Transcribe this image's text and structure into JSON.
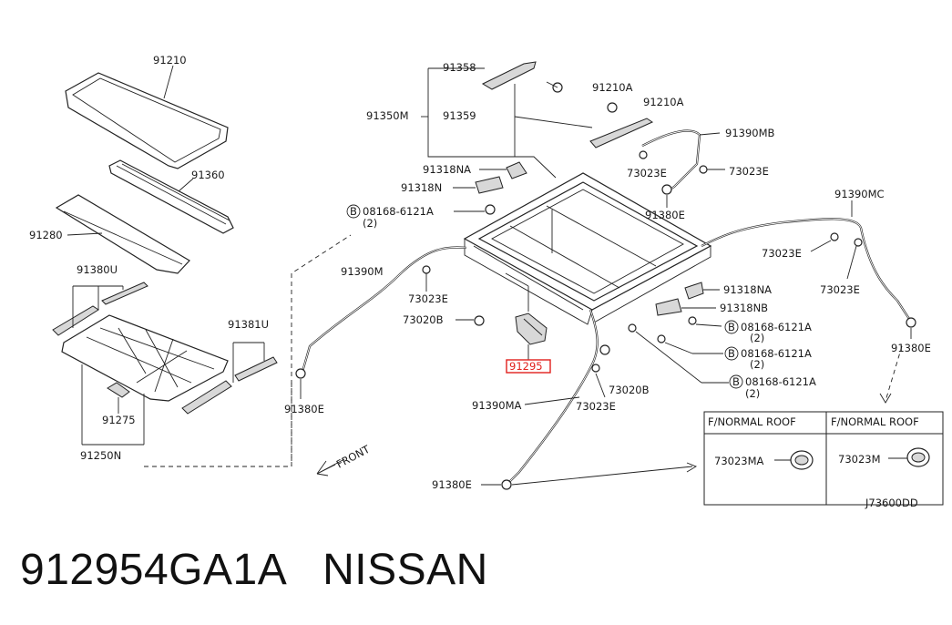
{
  "part_number": "912954GA1A",
  "brand": "NISSAN",
  "diagram_code": "J73600DD",
  "front_label": "FRONT",
  "highlighted_part": "91295",
  "labels": {
    "p91210": "91210",
    "p91360": "91360",
    "p91280": "91280",
    "p91380u": "91380U",
    "p91381u": "91381U",
    "p91275": "91275",
    "p91250n": "91250N",
    "p91358": "91358",
    "p91210a_1": "91210A",
    "p91210a_2": "91210A",
    "p91350m": "91350M",
    "p91359": "91359",
    "p91390mb": "91390MB",
    "p91318na_1": "91318NA",
    "p91318n": "91318N",
    "bolt_1": "08168-6121A",
    "qty_1": "(2)",
    "p73023e_1": "73023E",
    "p73023e_2": "73023E",
    "p91380e_1": "91380E",
    "p91390mc": "91390MC",
    "p73023e_3": "73023E",
    "p73023e_4": "73023E",
    "p91390m": "91390M",
    "p73023e_5": "73023E",
    "p73020b_1": "73020B",
    "p91318na_2": "91318NA",
    "p91318nb": "91318NB",
    "bolt_2": "08168-6121A",
    "qty_2": "(2)",
    "bolt_3": "08168-6121A",
    "qty_3": "(2)",
    "bolt_4": "08168-6121A",
    "qty_4": "(2)",
    "p91380e_2": "91380E",
    "p91380e_3": "91380E",
    "p73020b_2": "73020B",
    "p73023e_6": "73023E",
    "p91390ma": "91390MA",
    "p91380e_4": "91380E",
    "bolt_letter": "B"
  },
  "inset": {
    "left_header": "F/NORMAL ROOF",
    "right_header": "F/NORMAL ROOF",
    "left_part": "73023MA",
    "right_part": "73023M"
  }
}
